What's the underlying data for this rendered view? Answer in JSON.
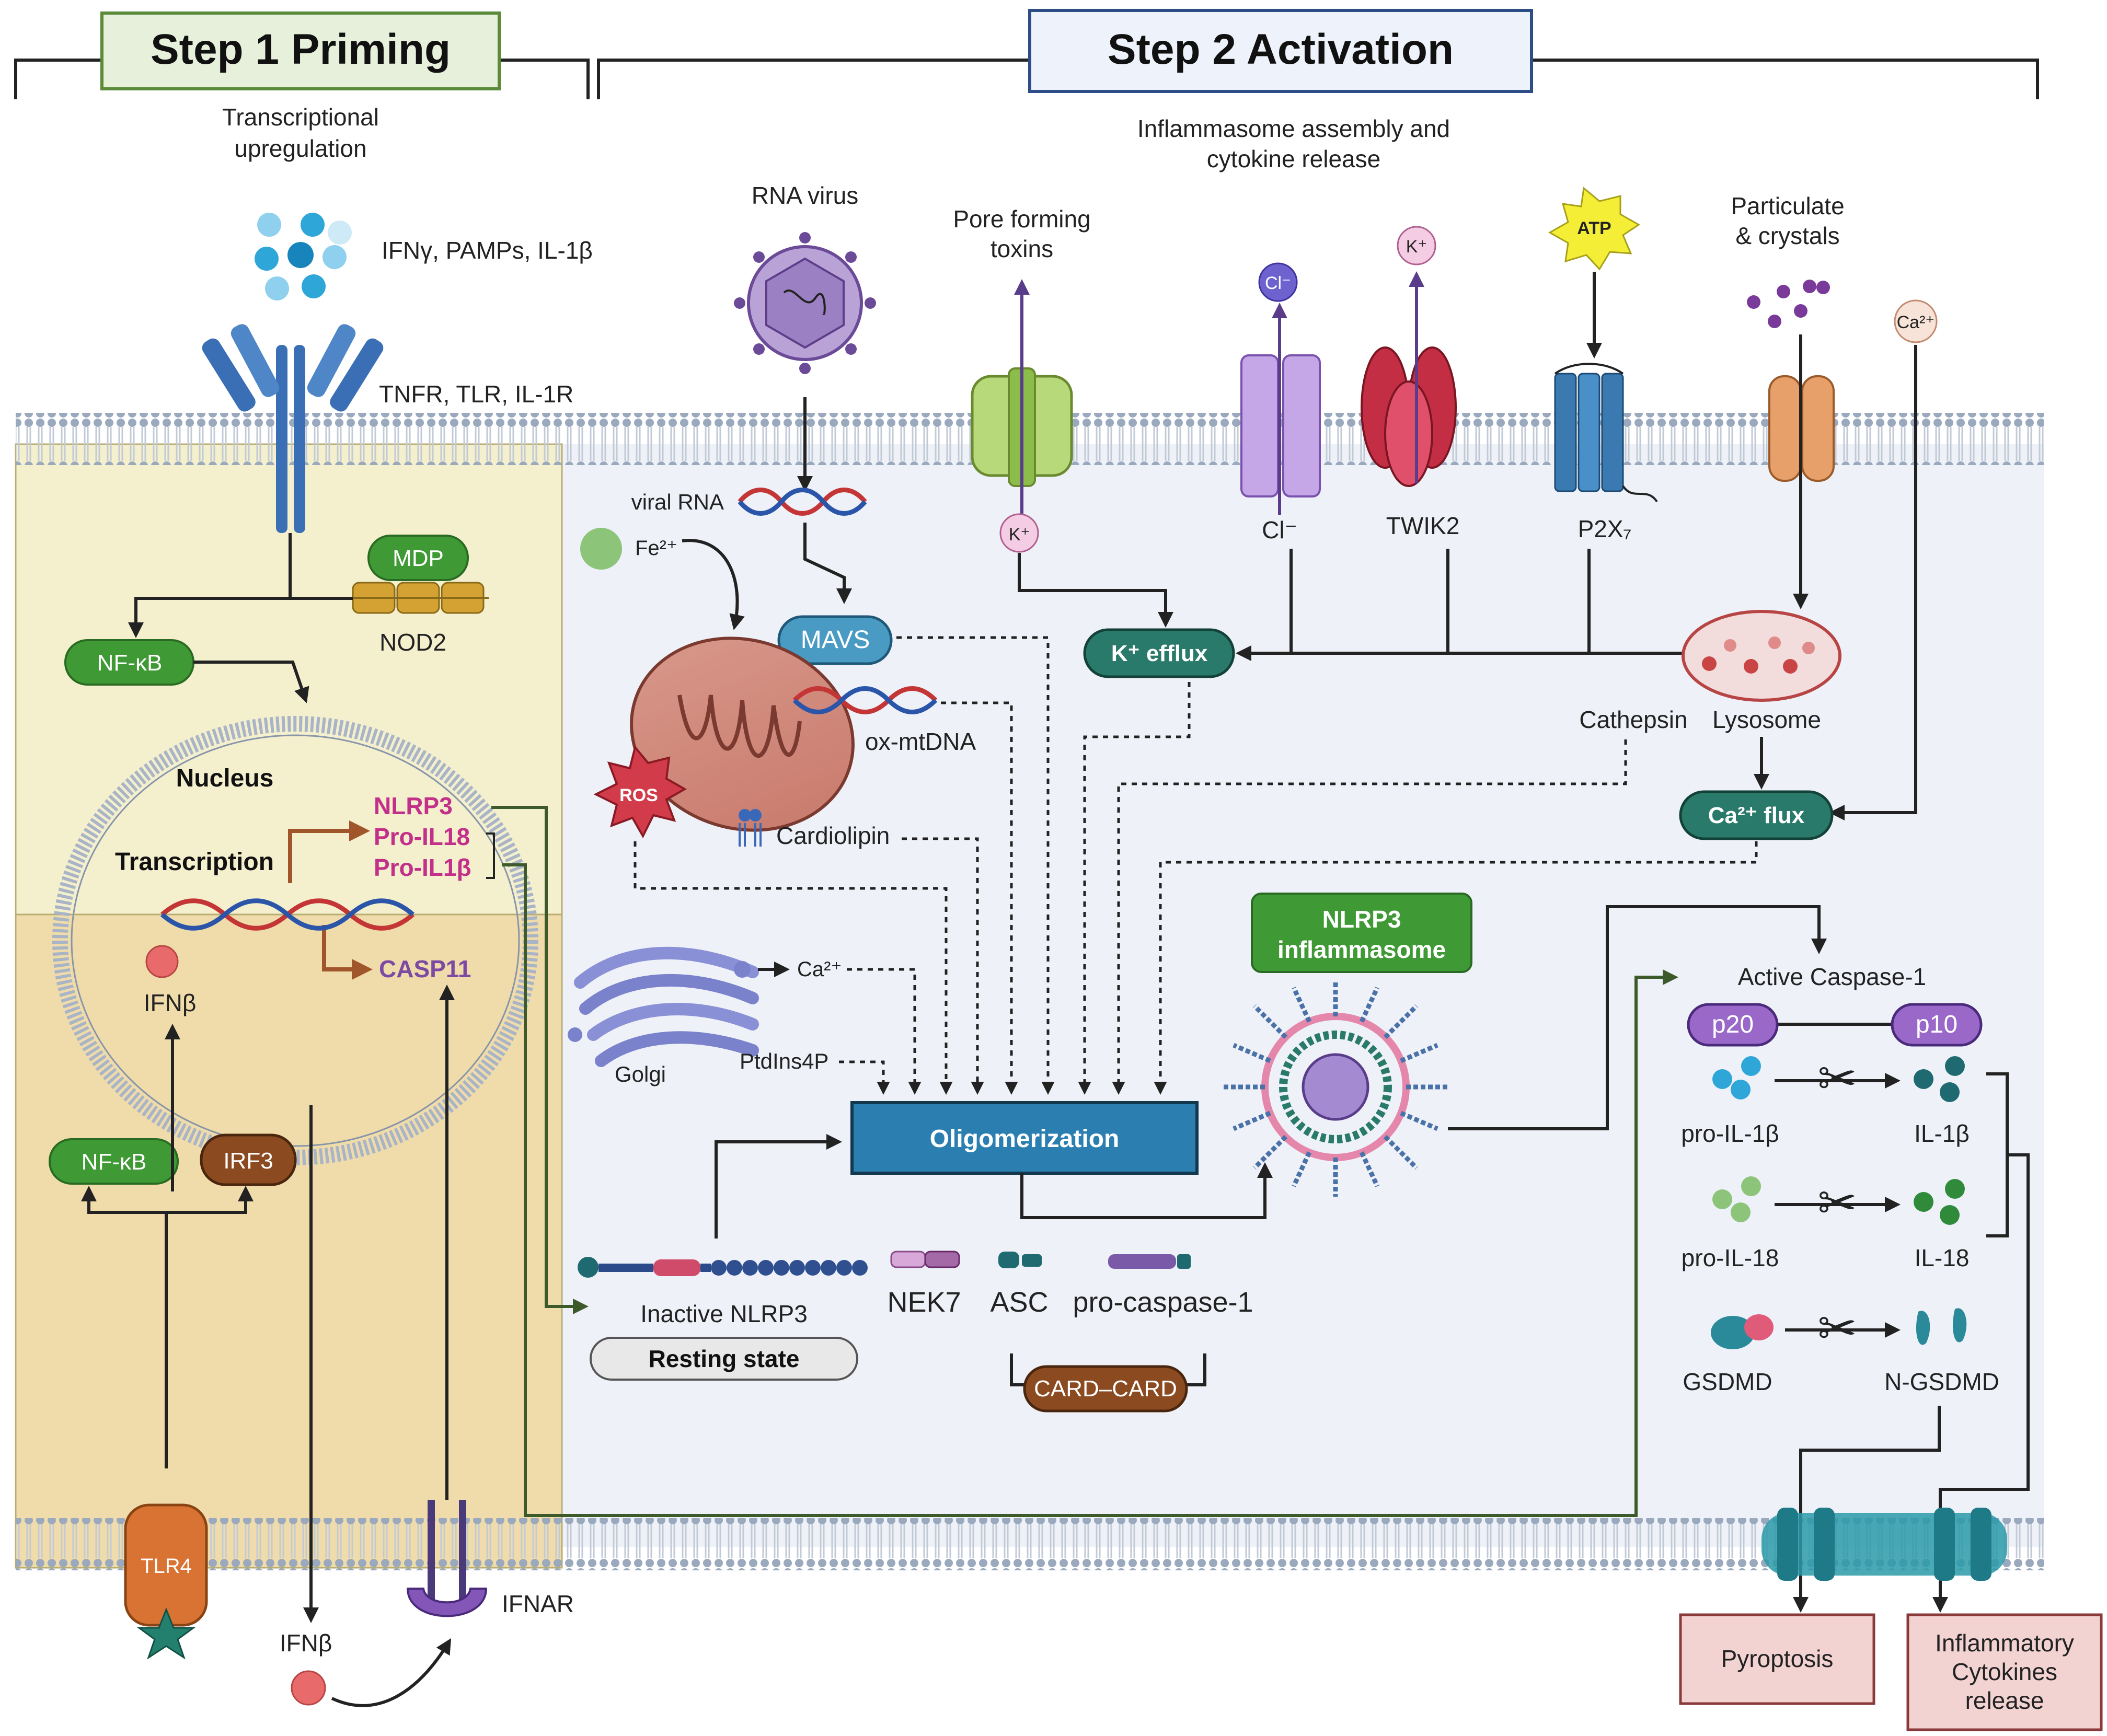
{
  "step1": {
    "title": "Step 1 Priming",
    "subtitle_l1": "Transcriptional",
    "subtitle_l2": "upregulation"
  },
  "step2": {
    "title": "Step 2 Activation",
    "subtitle_l1": "Inflammasome assembly and",
    "subtitle_l2": "cytokine release"
  },
  "priming": {
    "ligands": "IFNγ, PAMPs, IL-1β",
    "receptor": "TNFR, TLR, IL-1R",
    "mdp": "MDP",
    "nod2": "NOD2",
    "nfkb_top": "NF-κB",
    "nucleus": "Nucleus",
    "transcription": "Transcription",
    "genes": [
      "NLRP3",
      "Pro-IL18",
      "Pro-IL1β"
    ],
    "casp11": "CASP11",
    "ifnb_inner": "IFNβ",
    "nfkb_bottom": "NF-κB",
    "irf3": "IRF3",
    "tlr4": "TLR4",
    "ifnb_outer": "IFNβ",
    "ifnar": "IFNAR"
  },
  "activation": {
    "rna_virus": "RNA virus",
    "pore_l1": "Pore forming",
    "pore_l2": "toxins",
    "cl_top": "Cl⁻",
    "k_top": "K⁺",
    "atp": "ATP",
    "particulate_l1": "Particulate",
    "particulate_l2": "& crystals",
    "ca_top": "Ca²⁺",
    "viral_rna": "viral RNA",
    "fe": "Fe²⁺",
    "k_small": "K⁺",
    "cl_channel": "Cl⁻",
    "twik2": "TWIK2",
    "p2x7": "P2X₇",
    "mavs": "MAVS",
    "k_efflux": "K⁺ efflux",
    "ox_mtdna": "ox-mtDNA",
    "ros": "ROS",
    "cardiolipin": "Cardiolipin",
    "cathepsin": "Cathepsin",
    "lysosome": "Lysosome",
    "ca_flux": "Ca²⁺ flux",
    "golgi": "Golgi",
    "golgi_ca": "Ca²⁺",
    "ptdins": "PtdIns4P",
    "inflammasome_l1": "NLRP3",
    "inflammasome_l2": "inflammasome",
    "oligomerization": "Oligomerization",
    "inactive_nlrp3": "Inactive NLRP3",
    "resting_state": "Resting state",
    "nek7": "NEK7",
    "asc": "ASC",
    "pro_caspase": "pro-caspase-1",
    "card": "CARD–CARD",
    "active_caspase": "Active Caspase-1",
    "p20": "p20",
    "p10": "p10",
    "pro_il1b": "pro-IL-1β",
    "il1b": "IL-1β",
    "pro_il18": "pro-IL-18",
    "il18": "IL-18",
    "gsdmd": "GSDMD",
    "n_gsdmd": "N-GSDMD",
    "pyroptosis": "Pyroptosis",
    "cytokines_l1": "Inflammatory",
    "cytokines_l2": "Cytokines",
    "cytokines_l3": "release"
  },
  "colors": {
    "priming_zone": "#f4efcd",
    "nucleus_zone": "#f0dcaa",
    "cytoplasm": "#eef1f8",
    "teal": "#2a7a6c",
    "green": "#3f9a35",
    "brown": "#8b4a1f",
    "blue_box": "#2b7fb0",
    "purple": "#8456b8"
  }
}
